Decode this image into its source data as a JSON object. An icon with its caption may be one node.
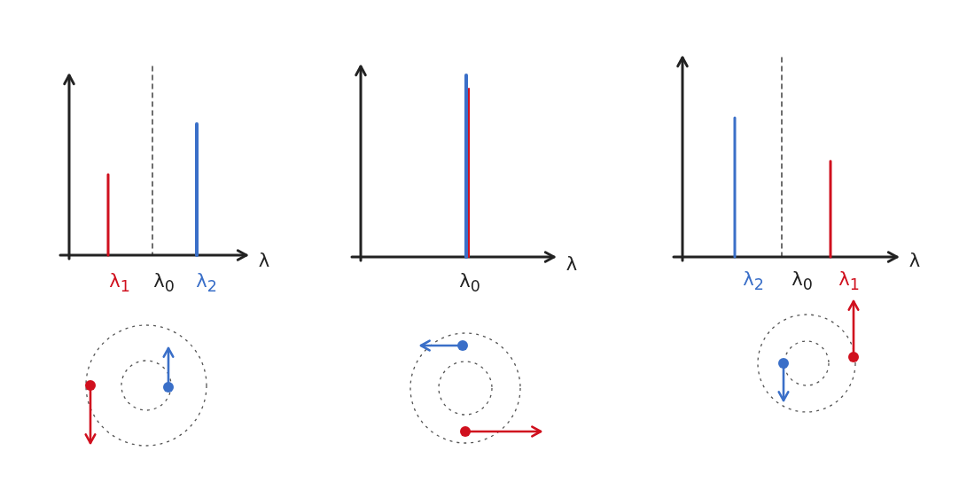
{
  "diagram": {
    "labels": [
      "λ",
      "λ$_{1}$",
      "λ$_{0}$",
      "λ$_{2}$",
      "λ",
      "λ$_{0}$",
      "λ",
      "λ$_{2}$",
      "λ$_{0}$",
      "λ$_{1}$"
    ]
  }
}
